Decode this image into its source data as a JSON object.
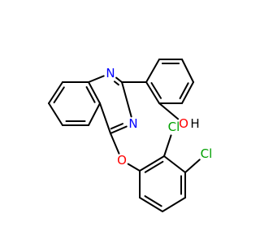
{
  "molecule": {
    "colors": {
      "bond": "#000000",
      "N": "#0000ff",
      "O": "#ff0000",
      "Cl": "#00a000",
      "H": "#000000"
    },
    "atoms": {
      "n1": {
        "text": "N",
        "color": "N"
      },
      "n3": {
        "text": "N",
        "color": "N"
      },
      "o_ether": {
        "text": "O",
        "color": "O"
      },
      "cl_a": {
        "text": "Cl",
        "color": "Cl"
      },
      "cl_b": {
        "text": "Cl",
        "color": "Cl"
      },
      "oh_o": {
        "text": "O",
        "color": "O"
      },
      "oh_h": {
        "text": "H",
        "color": "H"
      }
    }
  }
}
